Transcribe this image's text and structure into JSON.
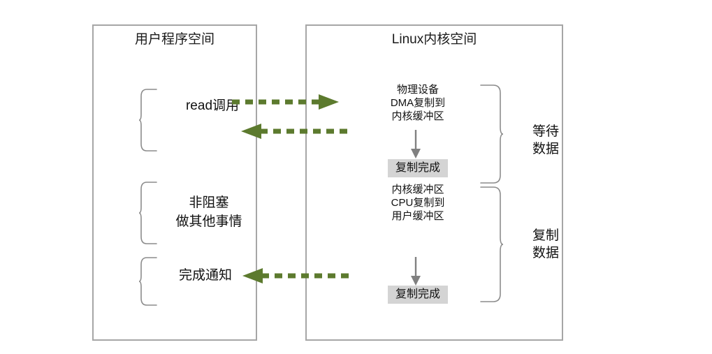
{
  "diagram": {
    "title_user_space": "用户程序空间",
    "title_kernel_space": "Linux内核空间",
    "accent_green": "#5c7a2e",
    "box_border_gray": "#a6a6a6",
    "brace_gray": "#8c8c8c",
    "done_box_fill": "#d4d4d4",
    "arrow_gray": "#808080"
  },
  "user_space": {
    "items": [
      {
        "name": "read-call",
        "label": "read调用"
      },
      {
        "name": "non-blocking",
        "label": "非阻塞\n做其他事情"
      },
      {
        "name": "completion-notice",
        "label": "完成通知"
      }
    ]
  },
  "kernel_space": {
    "stages": [
      {
        "name": "wait-data",
        "text": "物理设备\nDMA复制到\n内核缓冲区",
        "done_label": "复制完成",
        "brace_label": "等待\n数据"
      },
      {
        "name": "copy-data",
        "text": "内核缓冲区\nCPU复制到\n用户缓冲区",
        "done_label": "复制完成",
        "brace_label": "复制\n数据"
      }
    ]
  },
  "flows": [
    {
      "name": "read-request-arrow",
      "direction": "right",
      "icon": "dashed-arrow-right-icon"
    },
    {
      "name": "read-return-arrow",
      "direction": "left",
      "icon": "dashed-arrow-left-icon"
    },
    {
      "name": "completion-signal-arrow",
      "direction": "left",
      "icon": "dashed-arrow-left-icon"
    }
  ]
}
